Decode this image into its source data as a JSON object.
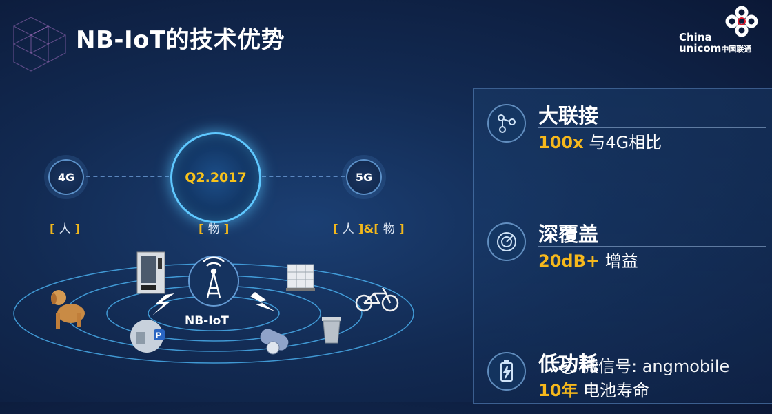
{
  "slide": {
    "title": "NB-IoT的技术优势"
  },
  "logo": {
    "line1": "China",
    "line2": "unicom",
    "line2_cn": "中国联通"
  },
  "timeline": {
    "nodes": [
      {
        "label": "4G",
        "caption_bracket_open": "[ ",
        "caption_text": "人",
        "caption_bracket_close": " ]"
      },
      {
        "label": "Q2.2017",
        "caption_bracket_open": "[ ",
        "caption_text": "物",
        "caption_bracket_close": " ]"
      },
      {
        "label": "5G",
        "caption_bracket_open": "[ ",
        "caption_text": "人",
        "caption_mid": " ]&[ ",
        "caption_text2": "物",
        "caption_bracket_close": " ]"
      }
    ]
  },
  "scene": {
    "center_label": "NB-IoT",
    "devices": [
      "dog-icon",
      "vending-machine-icon",
      "parking-meter-icon",
      "water-meter-icon",
      "ibc-tank-icon",
      "bicycle-icon",
      "trash-can-icon",
      "signal-tower-icon"
    ]
  },
  "features": [
    {
      "title": "大联接",
      "highlight": "100x",
      "desc": " 与4G相比",
      "icon": "network-nodes-icon"
    },
    {
      "title": "深覆盖",
      "highlight": "20dB+",
      "desc": " 增益",
      "icon": "radar-icon"
    },
    {
      "title": "低功耗",
      "highlight": "10年",
      "desc": " 电池寿命",
      "icon": "battery-icon"
    }
  ],
  "watermark": {
    "text": "微信号: angmobile"
  },
  "colors": {
    "accent_gold": "#f6b81c",
    "accent_cyan": "#5fc8ff",
    "background": "#122a52"
  }
}
